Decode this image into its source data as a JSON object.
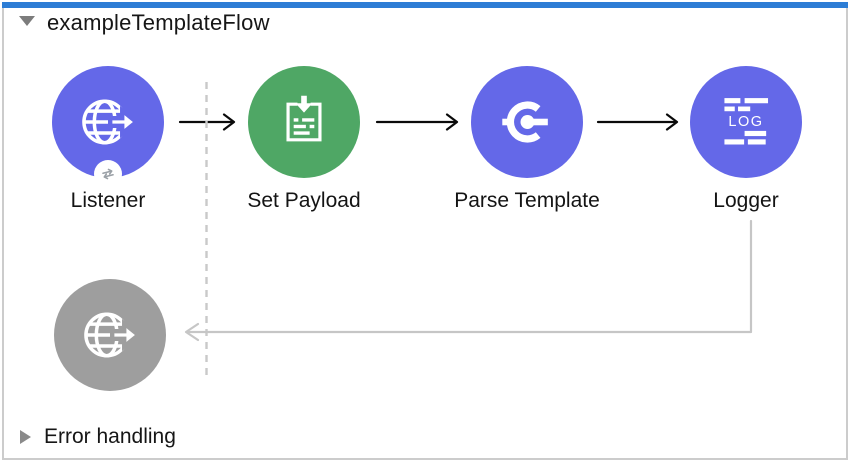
{
  "flow": {
    "title": "exampleTemplateFlow",
    "nodes": [
      {
        "label": "Listener",
        "type": "http-listener",
        "color": "#6468e8"
      },
      {
        "label": "Set Payload",
        "type": "set-payload",
        "color": "#4fa765"
      },
      {
        "label": "Parse Template",
        "type": "parse-template",
        "color": "#6468e8"
      },
      {
        "label": "Logger",
        "type": "logger",
        "color": "#6468e8",
        "icon_text": "LOG"
      }
    ],
    "response_node": {
      "label": "",
      "type": "http-listener-response",
      "color": "#9e9e9e"
    },
    "error_section": {
      "label": "Error handling",
      "collapsed": "true"
    }
  },
  "colors": {
    "selection_bar_blue": "#2d7dd5",
    "frame_border_gray": "#cccccc",
    "connector_black": "#0a0a0a",
    "connector_gray": "#c6c6c6",
    "dashed_scope_line_gray": "#c9c9c9",
    "collapse_triangle_gray": "#7c7c7c"
  }
}
